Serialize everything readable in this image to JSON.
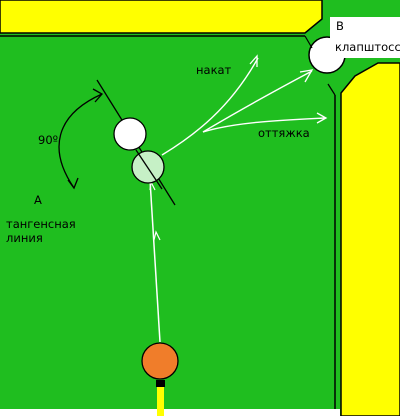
{
  "labels": {
    "point_a": "А",
    "tangent_line": [
      "тангенсная",
      "линия"
    ],
    "angle": "90º",
    "point_b": "В",
    "pocket": "клапштосс",
    "follow_shot": "накат",
    "draw_shot": "оттяжка"
  },
  "colors": {
    "cloth": "#1fbe1f",
    "cushion": "#ffff00",
    "cushion_outline": "#000000",
    "white_ball": "#ffffff",
    "ghost_ball": "#c6f0c6",
    "cue_ball": "#f07d2a",
    "path_line": "#ffffff",
    "label_text": "#000000"
  }
}
